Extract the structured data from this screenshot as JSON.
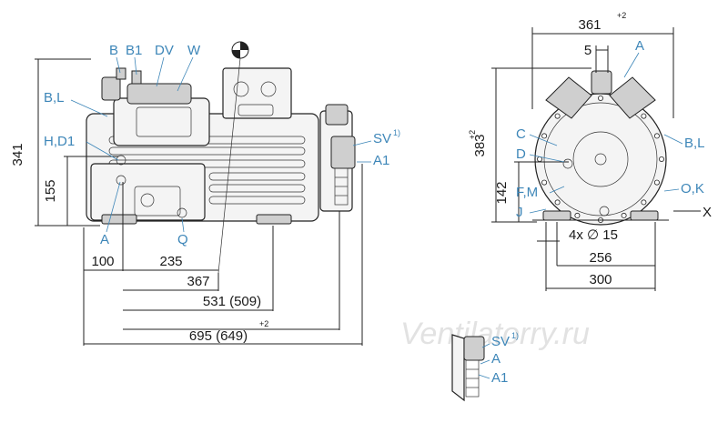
{
  "dimensions": {
    "height_total": "341",
    "height_155": "155",
    "len_100": "100",
    "len_235": "235",
    "len_367": "367",
    "len_531": "531 (509)",
    "len_695": "695 (649)",
    "len_695_tol": "+2",
    "width_361": "361",
    "width_361_tol": "+2",
    "width_5": "5",
    "height_383": "383",
    "height_383_tol": "+2",
    "height_142": "142",
    "holes": "4x ∅ 15",
    "width_256": "256",
    "width_300": "300"
  },
  "connections": {
    "b": "B",
    "b1": "B1",
    "dv": "DV",
    "w": "W",
    "bl_left": "B,L",
    "hd1": "H,D1",
    "a_left": "A",
    "q": "Q",
    "sv": "SV",
    "sv_sup": "1)",
    "a1": "A1",
    "a_right": "A",
    "c": "C",
    "d": "D",
    "bl_right": "B,L",
    "fm": "F,M",
    "j": "J",
    "ok": "O,K",
    "x": "X",
    "inset_sv": "SV",
    "inset_sv_sup": "1)",
    "inset_a": "A",
    "inset_a1": "A1"
  },
  "watermark": "Ventilatorry.ru",
  "colors": {
    "label_blue": "#3d86b8",
    "line": "#222222"
  }
}
